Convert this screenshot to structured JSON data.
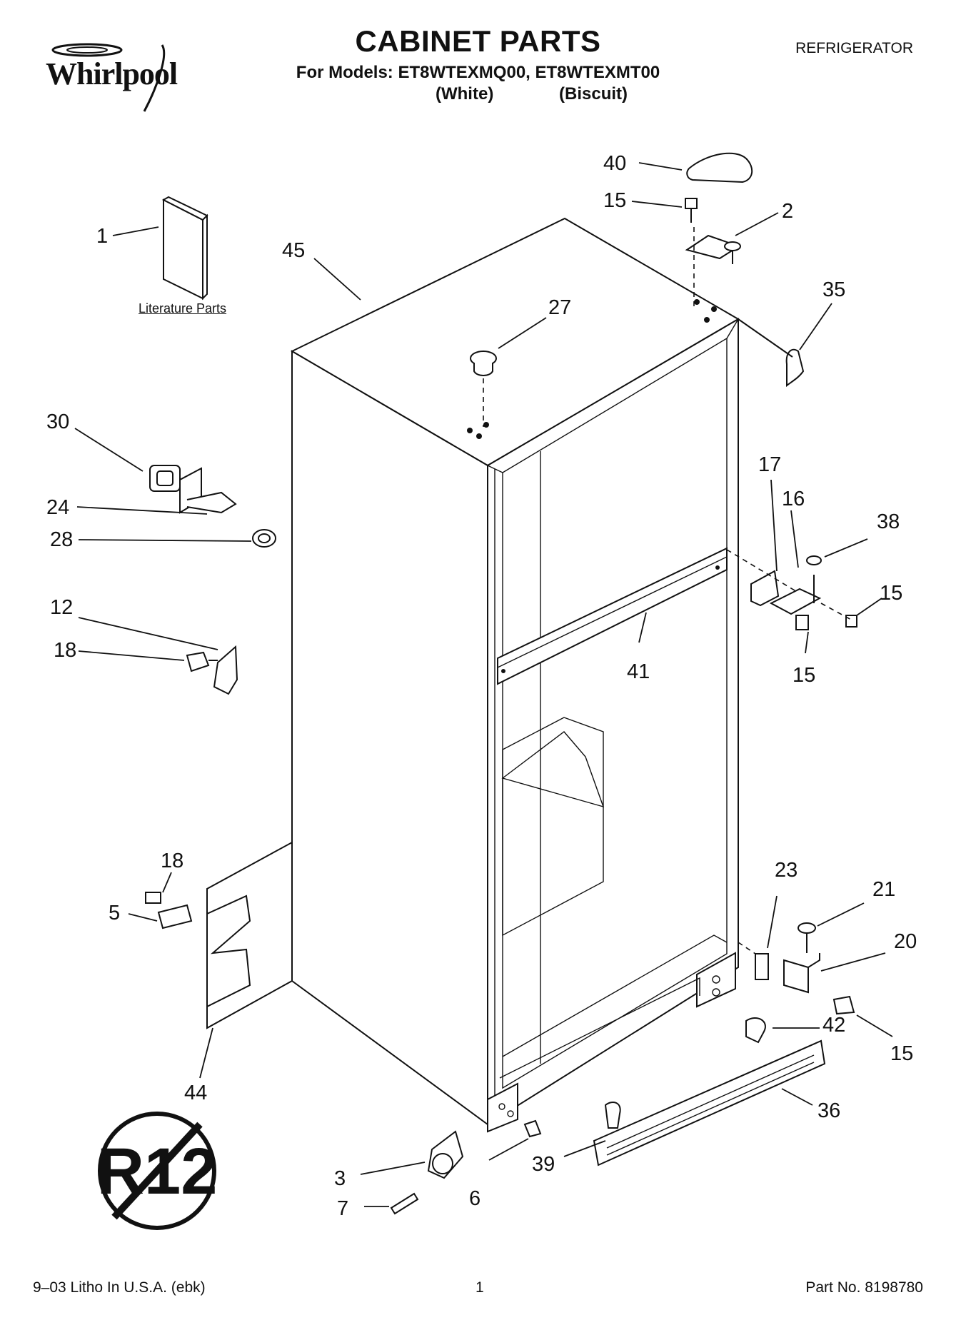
{
  "header": {
    "brand": "Whirlpool",
    "title": "CABINET PARTS",
    "models_line": "For Models: ET8WTEXMQ00, ET8WTEXMT00",
    "color_1": "(White)",
    "color_2": "(Biscuit)",
    "appliance": "REFRIGERATOR"
  },
  "diagram": {
    "literature_label": "Literature Parts",
    "seal_text": "R12",
    "callouts": [
      "1",
      "45",
      "27",
      "40",
      "15",
      "2",
      "35",
      "30",
      "24",
      "28",
      "12",
      "18",
      "17",
      "16",
      "38",
      "15",
      "15",
      "41",
      "23",
      "21",
      "20",
      "42",
      "15",
      "36",
      "18",
      "5",
      "44",
      "3",
      "7",
      "6",
      "39"
    ]
  },
  "footer": {
    "left": "9–03 Litho In U.S.A. (ebk)",
    "center": "1",
    "right": "Part No. 8198780"
  }
}
